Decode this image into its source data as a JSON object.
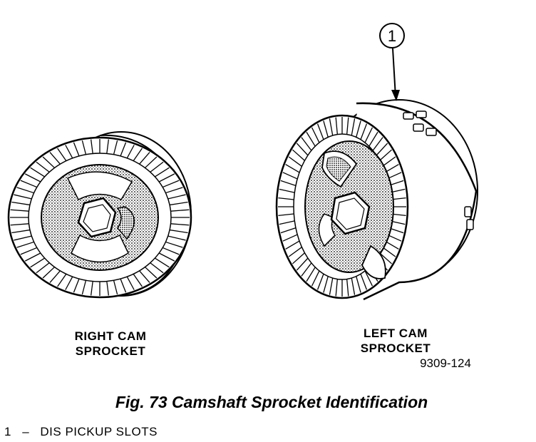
{
  "figure": {
    "caption": "Fig. 73 Camshaft Sprocket Identification",
    "figure_id": "9309-124"
  },
  "parts": {
    "right": {
      "label_line1": "RIGHT CAM",
      "label_line2": "SPROCKET"
    },
    "left": {
      "label_line1": "LEFT CAM",
      "label_line2": "SPROCKET"
    }
  },
  "callouts": [
    {
      "number": "1",
      "text": "DIS PICKUP SLOTS"
    }
  ],
  "legend": {
    "number": "1",
    "dash": "–",
    "text": "DIS PICKUP SLOTS"
  }
}
